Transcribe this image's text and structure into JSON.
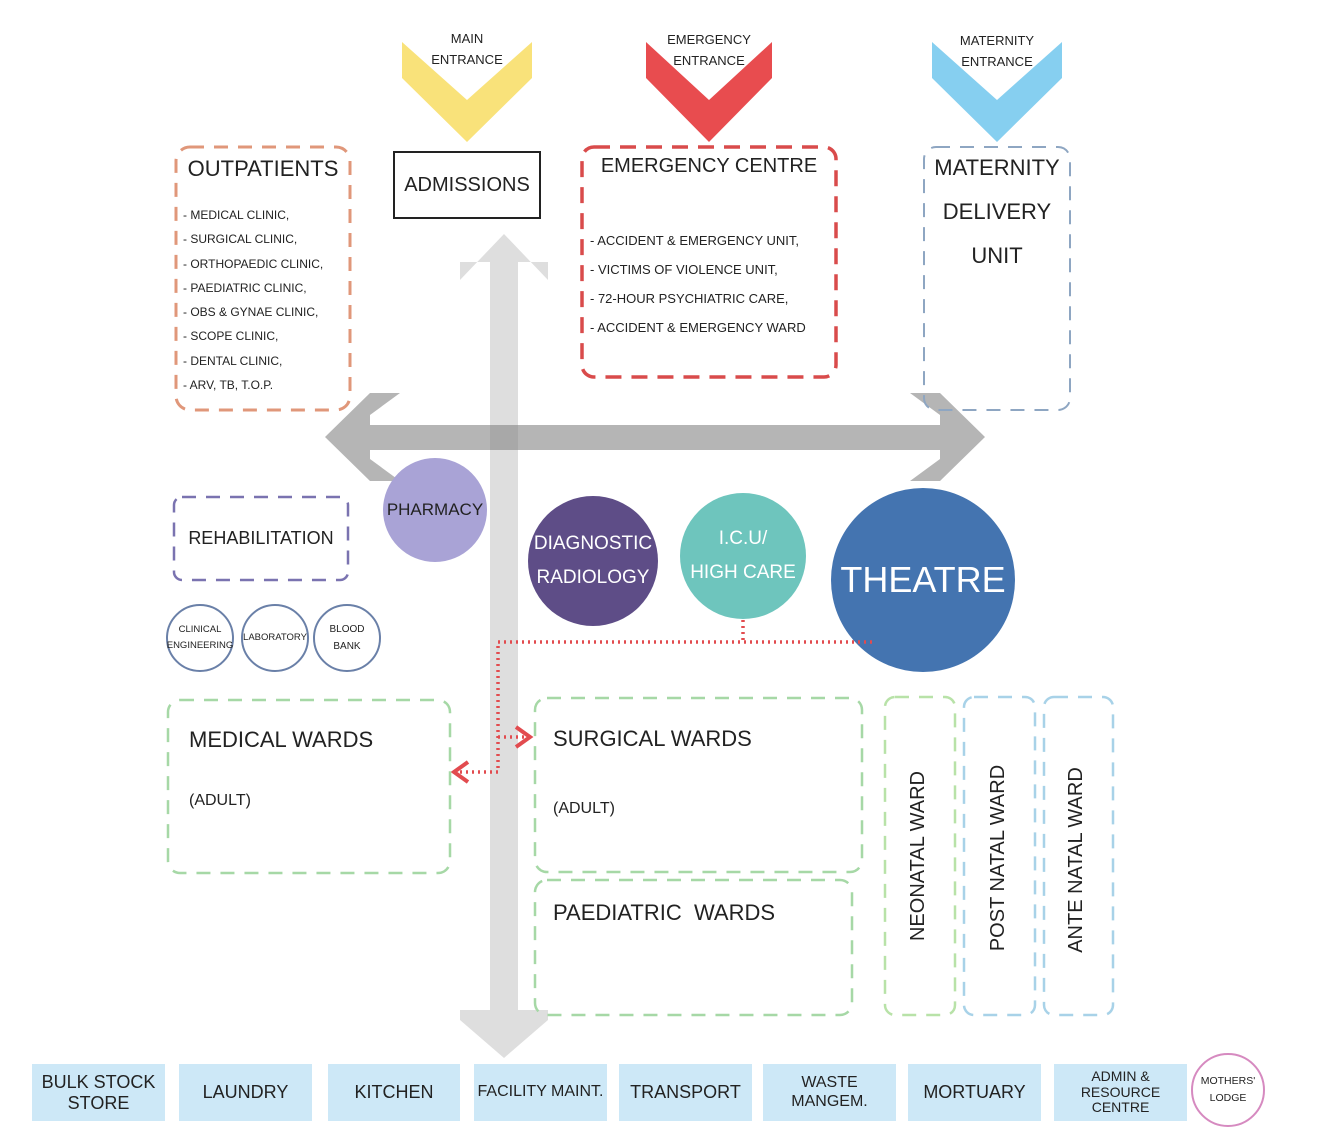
{
  "entrances": {
    "main": {
      "line1": "MAIN",
      "line2": "ENTRANCE",
      "color": "#f9e27a"
    },
    "emergency": {
      "line1": "EMERGENCY",
      "line2": "ENTRANCE",
      "color": "#e84c4f"
    },
    "maternity": {
      "line1": "MATERNITY",
      "line2": "ENTRANCE",
      "color": "#86cff0"
    }
  },
  "outpatients": {
    "title": "OUTPATIENTS",
    "items": [
      "- MEDICAL CLINIC,",
      "- SURGICAL CLINIC,",
      "- ORTHOPAEDIC CLINIC,",
      "- PAEDIATRIC CLINIC,",
      "- OBS & GYNAE CLINIC,",
      "- SCOPE CLINIC,",
      "- DENTAL CLINIC,",
      "- ARV, TB, T.O.P."
    ]
  },
  "admissions": {
    "title": "ADMISSIONS"
  },
  "emergency_centre": {
    "title": "EMERGENCY CENTRE",
    "items": [
      "- ACCIDENT & EMERGENCY UNIT,",
      "- VICTIMS OF VIOLENCE UNIT,",
      "- 72-HOUR PSYCHIATRIC CARE,",
      "- ACCIDENT & EMERGENCY WARD"
    ]
  },
  "maternity_delivery": {
    "line1": "MATERNITY",
    "line2": "DELIVERY",
    "line3": "UNIT"
  },
  "pharmacy": {
    "title": "PHARMACY",
    "color": "#a9a3d6"
  },
  "rehabilitation": {
    "title": "REHABILITATION"
  },
  "support_circles": {
    "clinical_engineering": {
      "line1": "CLINICAL",
      "line2": "ENGINEERING"
    },
    "laboratory": {
      "line1": "LABORATORY"
    },
    "blood_bank": {
      "line1": "BLOOD",
      "line2": "BANK"
    }
  },
  "diagnostic_radiology": {
    "line1": "DIAGNOSTIC",
    "line2": "RADIOLOGY",
    "color": "#5e4d87"
  },
  "icu": {
    "line1": "I.C.U/",
    "line2": "HIGH CARE",
    "color": "#6ec5bd"
  },
  "theatre": {
    "title": "THEATRE",
    "color": "#4474b0"
  },
  "wards": {
    "medical": {
      "title": "MEDICAL WARDS",
      "sub": "(ADULT)"
    },
    "surgical": {
      "title": "SURGICAL WARDS",
      "sub": "(ADULT)"
    },
    "paediatric": {
      "title": "PAEDIATRIC  WARDS"
    },
    "neonatal": {
      "title": "NEONATAL WARD"
    },
    "post_natal": {
      "title": "POST NATAL WARD"
    },
    "ante_natal": {
      "title": "ANTE NATAL WARD"
    }
  },
  "services": [
    {
      "line1": "BULK STOCK",
      "line2": "STORE"
    },
    {
      "line1": "LAUNDRY"
    },
    {
      "line1": "KITCHEN"
    },
    {
      "line1": "FACILITY MAINT."
    },
    {
      "line1": "TRANSPORT"
    },
    {
      "line1": "WASTE MANGEM."
    },
    {
      "line1": "MORTUARY"
    },
    {
      "line1": "ADMIN &",
      "line2": "RESOURCE CENTRE"
    }
  ],
  "mothers_lodge": {
    "line1": "MOTHERS'",
    "line2": "LODGE"
  },
  "colors": {
    "service_fill": "#cde8f7",
    "flow_arrow": "#e24b4f",
    "corridor_main": "#b3b3b3",
    "corridor_vertical": "#dddddd"
  }
}
